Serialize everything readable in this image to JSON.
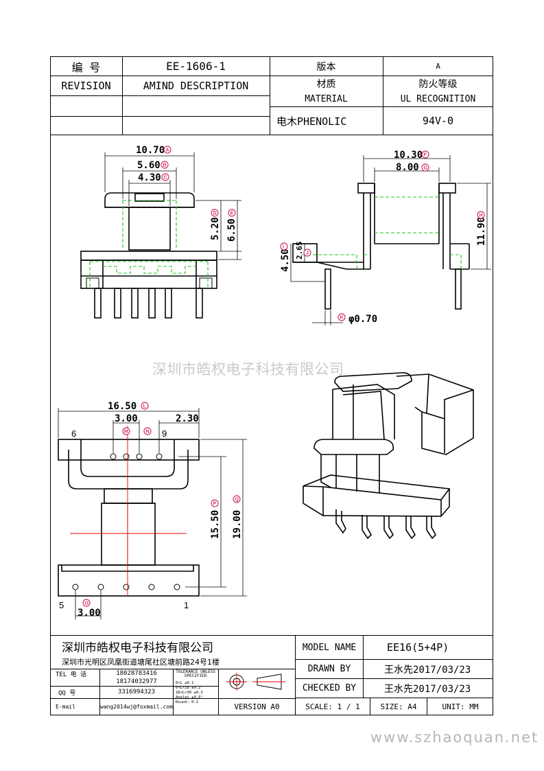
{
  "header": {
    "number_label": "编  号",
    "part_number": "EE-1606-1",
    "version_label": "版本",
    "version_value": "A",
    "revision_label": "REVISION",
    "amind_label": "AMIND DESCRIPTION",
    "material_label_cn": "材质",
    "material_label_en": "MATERIAL",
    "fire_label_cn": "防火等级",
    "fire_label_en": "UL RECOGNITION",
    "material_value": "电木PHENOLIC",
    "fire_value": "94V-0"
  },
  "drawing": {
    "front_view": {
      "dim_a": "10.70",
      "dim_b": "5.60",
      "dim_c": "4.30",
      "dim_d": "5.20",
      "dim_e": "6.50",
      "tag_a": "A",
      "tag_b": "B",
      "tag_c": "C",
      "tag_d": "D",
      "tag_e": "E"
    },
    "side_view": {
      "dim_f": "10.30",
      "dim_g": "8.00",
      "dim_h": "11.90",
      "dim_i": "4.50",
      "dim_j": "2.65",
      "dim_k": "φ0.70",
      "tag_f": "F",
      "tag_g": "G",
      "tag_h": "H",
      "tag_i": "I",
      "tag_j": "J",
      "tag_k": "K"
    },
    "bottom_view": {
      "dim_l": "16.50",
      "dim_m": "3.00",
      "dim_n": "2.30",
      "dim_p": "15.50",
      "dim_q": "19.00",
      "dim_o": "3.00",
      "tag_l": "L",
      "tag_m": "M",
      "tag_n": "N",
      "tag_p": "P",
      "tag_q": "Q",
      "tag_o": "O",
      "pin_6": "6",
      "pin_9": "9",
      "pin_5": "5",
      "pin_1": "1"
    }
  },
  "watermark": "深圳市皓权电子科技有限公司",
  "footer": {
    "company": "深圳市皓权电子科技有限公司",
    "address": "深圳市光明区凤凰街道塘尾社区塘前路24号1楼",
    "tel_label": "TEL 电 话",
    "tel_1": "18028783416",
    "tel_2": "18174032977",
    "qq_label": "QQ  号",
    "qq_value": "3316994323",
    "email_label": "E-mail",
    "email_value": "wang2014wj@foxmail.com",
    "tolerance_title": "TOLERANCE UNLESS SPECIFIED",
    "tol_lines": [
      "0<L        ±0.1",
      "6<L<18   ±0.2",
      "18<L<30  ±0.3",
      "Angles   ±0.5°",
      "Round: 0.1"
    ],
    "version_label": "VERSION A0",
    "model_label": "MODEL NAME",
    "model_value": "EE16(5+4P)",
    "drawn_label": "DRAWN BY",
    "drawn_value": "王水先2017/03/23",
    "checked_label": "CHECKED BY",
    "checked_value": "王水先2017/03/23",
    "scale_label": "SCALE: 1 / 1",
    "size_label": "SIZE: A4",
    "unit_label": "UNIT: MM"
  },
  "site_url": "www.szhaoquan.net"
}
